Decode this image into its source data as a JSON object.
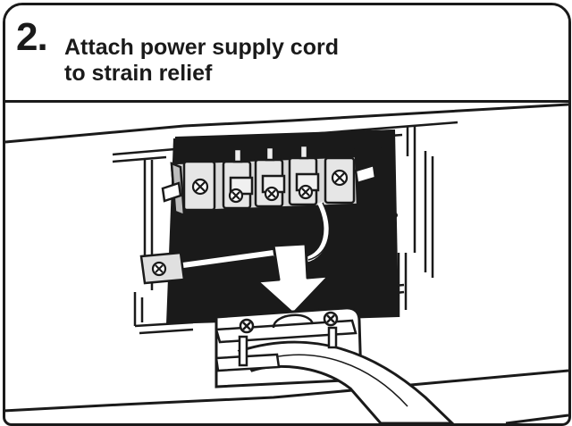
{
  "step": {
    "number": "2.",
    "title_line1": "Attach power supply cord",
    "title_line2": "to strain relief"
  },
  "illustration": {
    "icons": [
      "terminal-block-icon",
      "screw-icon",
      "ground-wire-icon",
      "arrow-down-icon",
      "strain-relief-clamp-icon",
      "power-cord-icon"
    ]
  }
}
